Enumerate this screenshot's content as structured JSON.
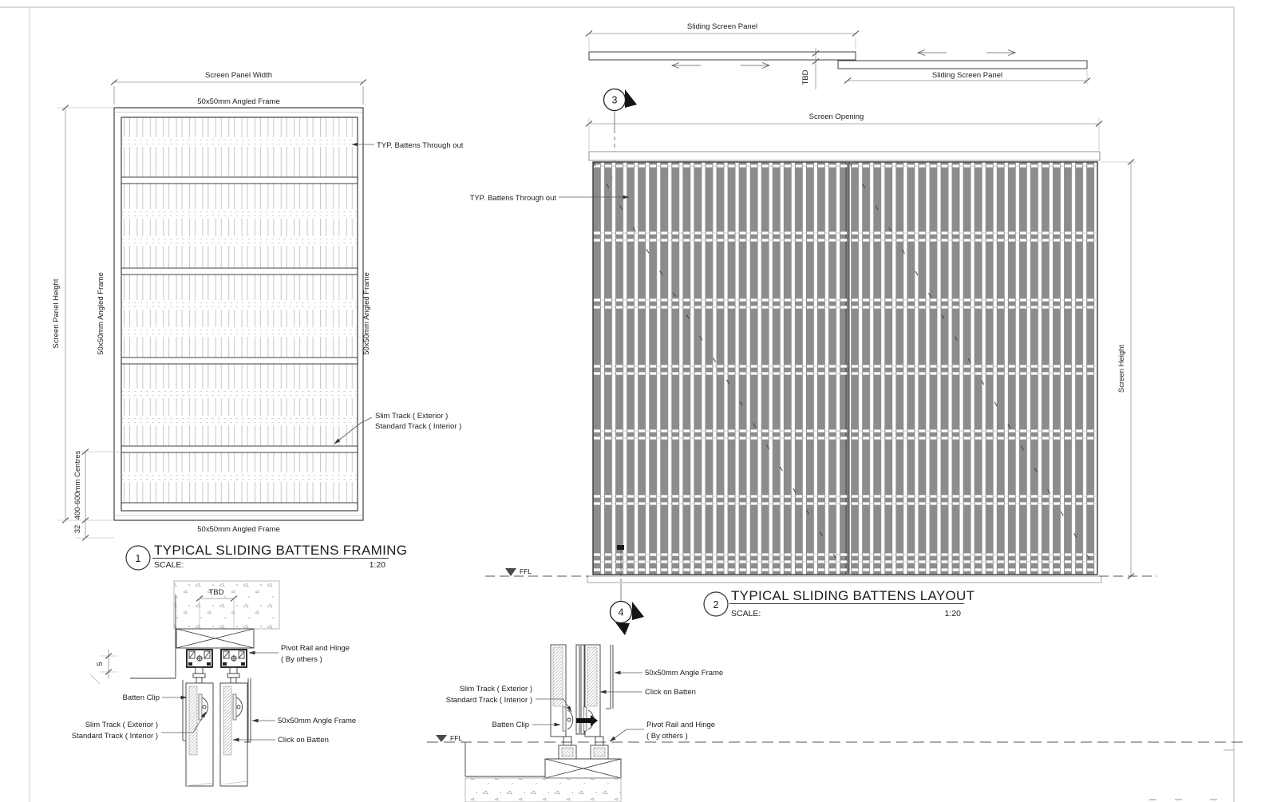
{
  "colors": {
    "background": "#ffffff",
    "batten_fill": "#8c8c8c",
    "object_line": "#2e2e2e",
    "dimension_line": "#909090",
    "page_border": "#b5b5b5"
  },
  "framing": {
    "number": "1",
    "title": "TYPICAL SLIDING BATTENS FRAMING",
    "scale_label": "SCALE:",
    "scale_value": "1:20",
    "dim_width": "Screen Panel Width",
    "dim_height": "Screen Panel Height",
    "dim_centres": "400-600mm Centres",
    "dim_frame": "32",
    "frame_top": "50x50mm Angled Frame",
    "frame_bottom": "50x50mm Angled Frame",
    "frame_left": "50x50mm Angled Frame",
    "frame_right": "50x50mm Angled Frame",
    "callout_battens": "TYP. Battens Through out",
    "callout_slim": "Slim Track ( Exterior )",
    "callout_std": "Standard Track ( Interior )"
  },
  "plan": {
    "left_panel": "Sliding Screen Panel",
    "right_panel": "Sliding Screen Panel",
    "gap": "TBD"
  },
  "layout": {
    "number": "2",
    "title": "TYPICAL SLIDING BATTENS LAYOUT",
    "scale_label": "SCALE:",
    "scale_value": "1:20",
    "dim_opening": "Screen Opening",
    "dim_height": "Screen Height",
    "callout_battens": "TYP. Battens Through out",
    "ffl": "FFL"
  },
  "markers": {
    "section_top": "3",
    "section_bottom": "4"
  },
  "head_detail": {
    "dim_gap": "TBD",
    "dim_clearance": "5",
    "batten_clip": "Batten Clip",
    "slim_track": "Slim Track ( Exterior )",
    "std_track": "Standard Track ( Interior )",
    "pivot_line1": "Pivot Rail and Hinge",
    "pivot_line2": "( By others )",
    "angle_frame": "50x50mm Angle Frame",
    "click_batten": "Click on Batten"
  },
  "sill_detail": {
    "ffl": "FFL",
    "slim_track": "Slim Track ( Exterior )",
    "std_track": "Standard Track ( Interior )",
    "batten_clip": "Batten Clip",
    "pivot_line1": "Pivot Rail and Hinge",
    "pivot_line2": "( By others )",
    "angle_frame": "50x50mm Angle Frame",
    "click_batten": "Click on Batten"
  }
}
